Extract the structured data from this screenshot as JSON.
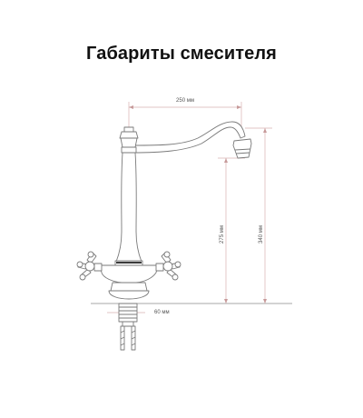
{
  "title": "Габариты смесителя",
  "dimensions": {
    "spout_reach": "250 мм",
    "spout_height": "275 мм",
    "total_height": "340 мм",
    "base_diameter": "60 мм"
  },
  "colors": {
    "line": "#7a7a7a",
    "dimension_line": "#d8b0b0",
    "title": "#111111"
  }
}
